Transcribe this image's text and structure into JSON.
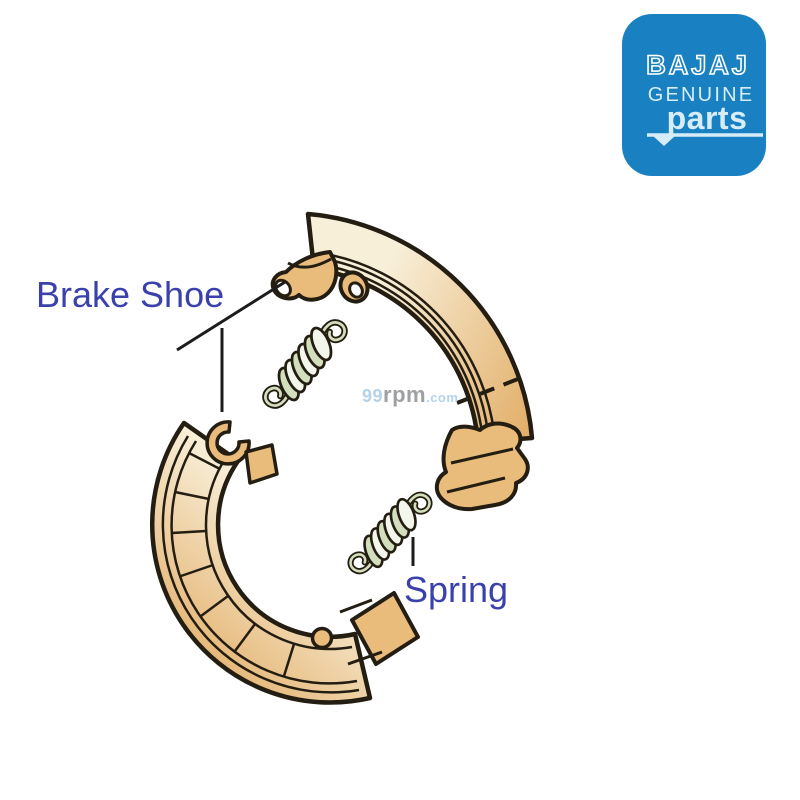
{
  "page": {
    "background_color": "#ffffff"
  },
  "labels": {
    "brake_shoe": {
      "text": "Brake Shoe"
    },
    "spring": {
      "text": "Spring"
    },
    "color": "#3b41ab"
  },
  "watermark": {
    "prefix": "99",
    "mid": "rpm",
    "suffix": ".com",
    "prefix_color": "#a9cbe8",
    "mid_color": "#8f9093"
  },
  "logo": {
    "brand": "BAJAJ",
    "subtitle": "GENUINE",
    "product_line": "parts",
    "background_color": "#1981c1",
    "foreground_color": "#d6edf9"
  },
  "illustration": {
    "outline_color": "#241d12",
    "shoe_fill_light": "#f8efd9",
    "shoe_fill_dark": "#e2ad66",
    "shoe_fill_mid": "#e9bc7c",
    "spring_fill": "#d2debc",
    "spring_count": 2,
    "icons": [
      "brake-shoe-outer-view",
      "brake-shoe-inner-view",
      "coil-spring",
      "coil-spring"
    ]
  }
}
